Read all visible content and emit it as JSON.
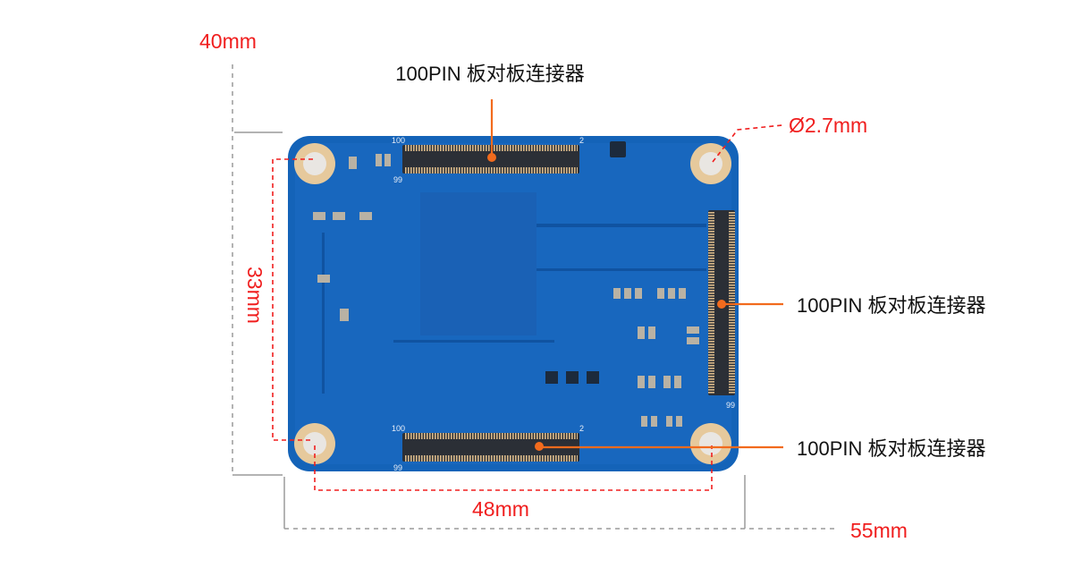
{
  "dimensions": {
    "height_total": "40mm",
    "hole_spacing_vertical": "33mm",
    "hole_spacing_horizontal": "48mm",
    "width_total": "55mm",
    "hole_diameter": "Ø2.7mm"
  },
  "callouts": {
    "top_connector": "100PIN 板对板连接器",
    "right_connector": "100PIN 板对板连接器",
    "bottom_connector": "100PIN 板对板连接器"
  },
  "silkscreen": {
    "pin_100": "100",
    "pin_2": "2",
    "pin_99": "99"
  },
  "colors": {
    "dimension": "#f01e1e",
    "callout_line": "#f26b1d",
    "board": "#1463b8",
    "mount_ring": "#e6c99c"
  }
}
